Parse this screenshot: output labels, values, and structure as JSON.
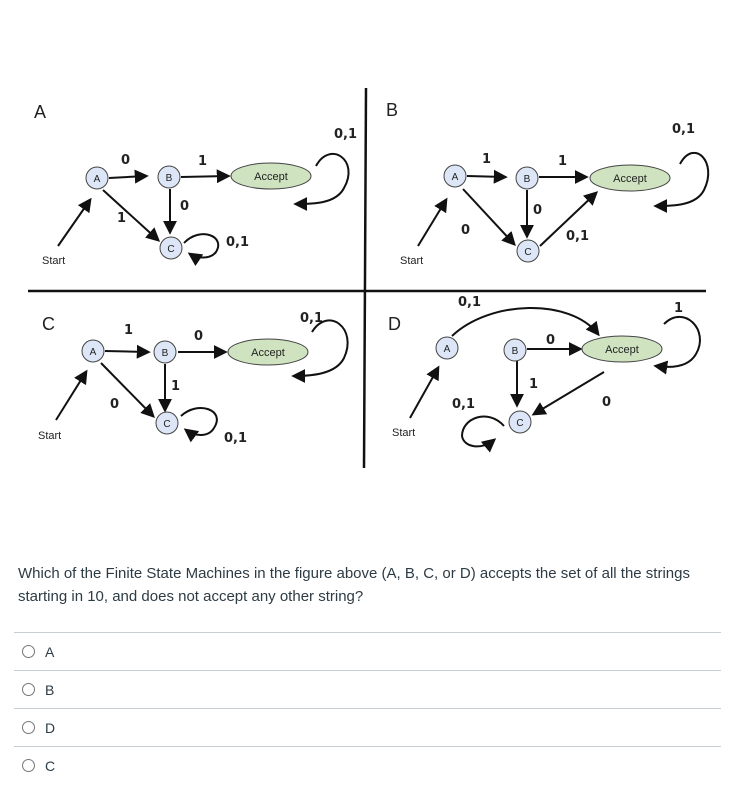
{
  "figure": {
    "panels": {
      "A": {
        "letter": "A",
        "start": "Start",
        "accept": "Accept",
        "states": [
          "A",
          "B",
          "C"
        ],
        "edges": [
          "0",
          "1",
          "1",
          "0",
          "0,1",
          "0,1"
        ]
      },
      "B": {
        "letter": "B",
        "start": "Start",
        "accept": "Accept",
        "states": [
          "A",
          "B",
          "C"
        ],
        "edges": [
          "1",
          "1",
          "0",
          "0",
          "0,1",
          "0,1"
        ]
      },
      "C": {
        "letter": "C",
        "start": "Start",
        "accept": "Accept",
        "states": [
          "A",
          "B",
          "C"
        ],
        "edges": [
          "1",
          "0",
          "0",
          "1",
          "0,1",
          "0,1"
        ]
      },
      "D": {
        "letter": "D",
        "start": "Start",
        "accept": "Accept",
        "states": [
          "A",
          "B",
          "C"
        ],
        "edges": [
          "0,1",
          "0",
          "1",
          "0",
          "0,1",
          "1"
        ]
      }
    },
    "colors": {
      "accept_fill": "#cfe3c0",
      "state_fill": "#dde6f6"
    }
  },
  "question": {
    "text": "Which of the Finite State Machines in the figure above (A, B, C, or D) accepts the set of all the strings starting in 10, and does not accept any other string?"
  },
  "answers": [
    {
      "label": "A"
    },
    {
      "label": "B"
    },
    {
      "label": "D"
    },
    {
      "label": "C"
    }
  ]
}
